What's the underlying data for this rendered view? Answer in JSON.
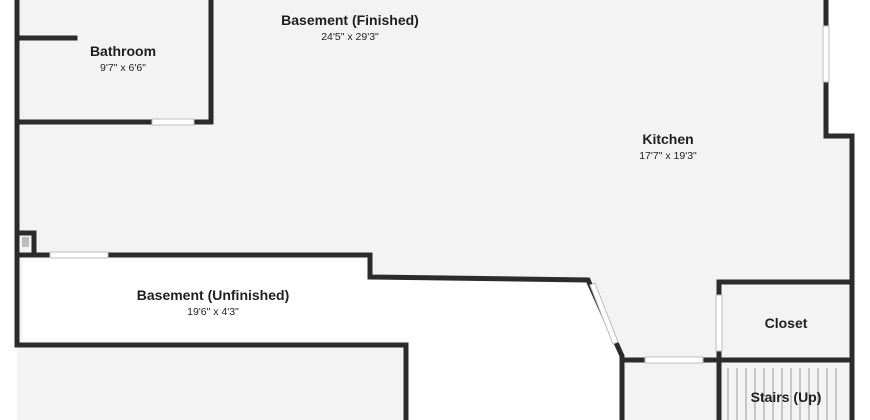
{
  "rooms": {
    "basement_finished": {
      "name": "Basement (Finished)",
      "dims": "24'5\" x 29'3\""
    },
    "bathroom": {
      "name": "Bathroom",
      "dims": "9'7\" x 6'6\""
    },
    "kitchen": {
      "name": "Kitchen",
      "dims": "17'7\" x 19'3\""
    },
    "basement_unfinished": {
      "name": "Basement (Unfinished)",
      "dims": "19'6\" x 4'3\""
    },
    "closet": {
      "name": "Closet"
    },
    "stairs": {
      "name": "Stairs (Up)"
    }
  },
  "colors": {
    "floor": "#f3f3f3",
    "wall": "#2b2b2b",
    "window": "#ffffff",
    "background": "#ffffff"
  }
}
